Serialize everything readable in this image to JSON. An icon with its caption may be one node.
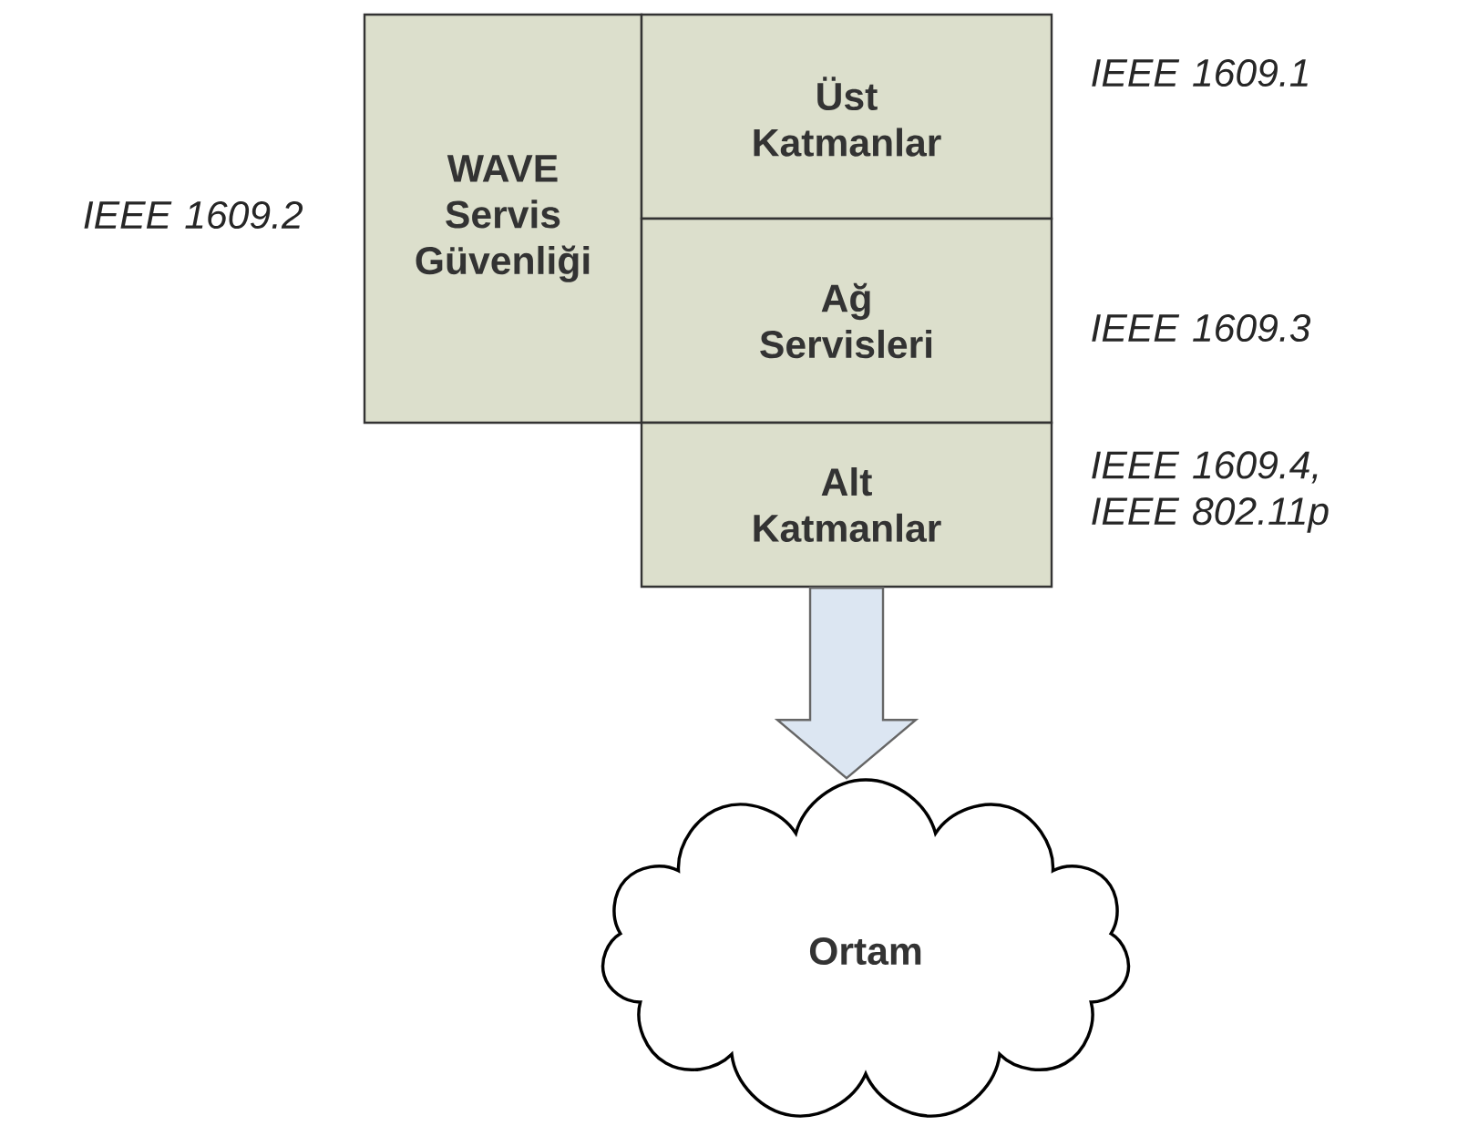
{
  "diagram": {
    "nodes": [
      {
        "text": [
          "WAVE Servis Güvenliği"
        ],
        "beside": [
          "IEEE 1609.2"
        ]
      },
      {
        "text": [
          "Üst Katmanlar"
        ],
        "beside": [
          "IEEE 1609.1"
        ]
      },
      {
        "text": [
          "Ağ Servisleri"
        ],
        "beside": [
          "IEEE 1609.3"
        ]
      },
      {
        "text": [
          "Alt Katmanlar"
        ],
        "beside": [
          "IEEE 1609.4, IEEE 802.11p"
        ]
      },
      {
        "text": [
          "Ortam"
        ]
      }
    ],
    "edges": [
      {
        "from": 3,
        "to": 4,
        "arrow": "to"
      }
    ]
  }
}
